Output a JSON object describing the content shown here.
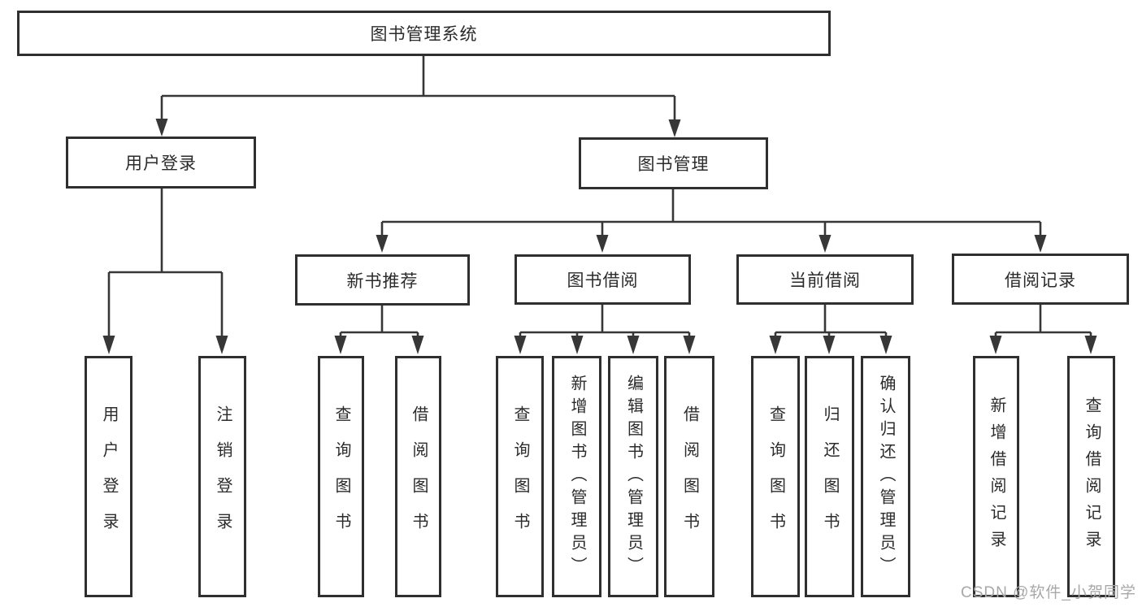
{
  "diagram": {
    "root": {
      "label": "图书管理系统"
    },
    "level2": [
      {
        "label": "用户登录"
      },
      {
        "label": "图书管理"
      }
    ],
    "level3": [
      {
        "label": "新书推荐"
      },
      {
        "label": "图书借阅"
      },
      {
        "label": "当前借阅"
      },
      {
        "label": "借阅记录"
      }
    ],
    "leaves": {
      "user_login": [
        "用户登录",
        "注销登录"
      ],
      "new_book": [
        "查询图书",
        "借阅图书"
      ],
      "book_borrow": [
        "查询图书",
        "新增图书（管理员）",
        "编辑图书（管理员）",
        "借阅图书"
      ],
      "current_borrow": [
        "查询图书",
        "归还图书",
        "确认归还（管理员）"
      ],
      "borrow_record": [
        "新增借阅记录",
        "查询借阅记录"
      ]
    }
  },
  "watermark": "CSDN @软件_小贺同学",
  "colors": {
    "line": "#373737",
    "box_border": "#2f2f2f",
    "text": "#2b2b2b",
    "watermark": "#a8a8a8",
    "background": "#ffffff"
  }
}
